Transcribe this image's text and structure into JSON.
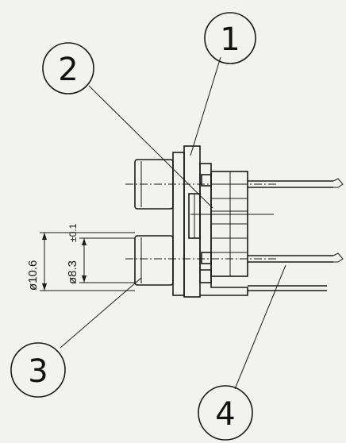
{
  "callouts": [
    {
      "id": "callout-1",
      "number": "1"
    },
    {
      "id": "callout-2",
      "number": "2"
    },
    {
      "id": "callout-3",
      "number": "3"
    },
    {
      "id": "callout-4",
      "number": "4"
    }
  ],
  "dimensions": {
    "outer_diameter": "ø10.6",
    "inner_diameter": "ø8.3",
    "tolerance": "±0.1"
  }
}
